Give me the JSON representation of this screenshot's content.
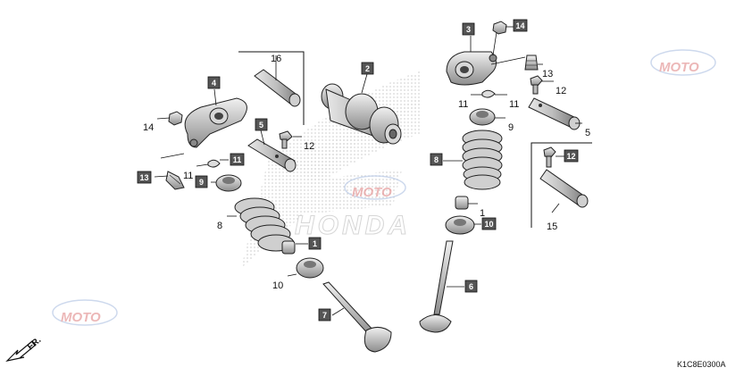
{
  "diagram_code": "K1C8E0300A",
  "direction_label": "FR.",
  "watermark": {
    "brand": "HONDA",
    "moto": "MOTO"
  },
  "callouts": [
    {
      "id": "lbl-16",
      "num": "16",
      "boxed": false
    },
    {
      "id": "lbl-4",
      "num": "4",
      "boxed": true
    },
    {
      "id": "lbl-14-left",
      "num": "14",
      "boxed": false
    },
    {
      "id": "lbl-5-left",
      "num": "5",
      "boxed": true
    },
    {
      "id": "lbl-12-left",
      "num": "12",
      "boxed": false
    },
    {
      "id": "lbl-11-left-a",
      "num": "11",
      "boxed": false
    },
    {
      "id": "lbl-11-left-b",
      "num": "11",
      "boxed": true
    },
    {
      "id": "lbl-13-left",
      "num": "13",
      "boxed": true
    },
    {
      "id": "lbl-9-left",
      "num": "9",
      "boxed": true
    },
    {
      "id": "lbl-8-left",
      "num": "8",
      "boxed": false
    },
    {
      "id": "lbl-1-left",
      "num": "1",
      "boxed": true
    },
    {
      "id": "lbl-10-left",
      "num": "10",
      "boxed": false
    },
    {
      "id": "lbl-7",
      "num": "7",
      "boxed": true
    },
    {
      "id": "lbl-2",
      "num": "2",
      "boxed": true
    },
    {
      "id": "lbl-3",
      "num": "3",
      "boxed": true
    },
    {
      "id": "lbl-14-right",
      "num": "14",
      "boxed": true
    },
    {
      "id": "lbl-13-right",
      "num": "13",
      "boxed": false
    },
    {
      "id": "lbl-12-right",
      "num": "12",
      "boxed": false
    },
    {
      "id": "lbl-11-right-a",
      "num": "11",
      "boxed": false
    },
    {
      "id": "lbl-11-right-b",
      "num": "11",
      "boxed": false
    },
    {
      "id": "lbl-9-right",
      "num": "9",
      "boxed": false
    },
    {
      "id": "lbl-5-right",
      "num": "5",
      "boxed": false
    },
    {
      "id": "lbl-8-right",
      "num": "8",
      "boxed": true
    },
    {
      "id": "lbl-1-right",
      "num": "1",
      "boxed": false
    },
    {
      "id": "lbl-10-right",
      "num": "10",
      "boxed": true
    },
    {
      "id": "lbl-6",
      "num": "6",
      "boxed": true
    },
    {
      "id": "lbl-12-inset",
      "num": "12",
      "boxed": true
    },
    {
      "id": "lbl-15",
      "num": "15",
      "boxed": false
    }
  ]
}
